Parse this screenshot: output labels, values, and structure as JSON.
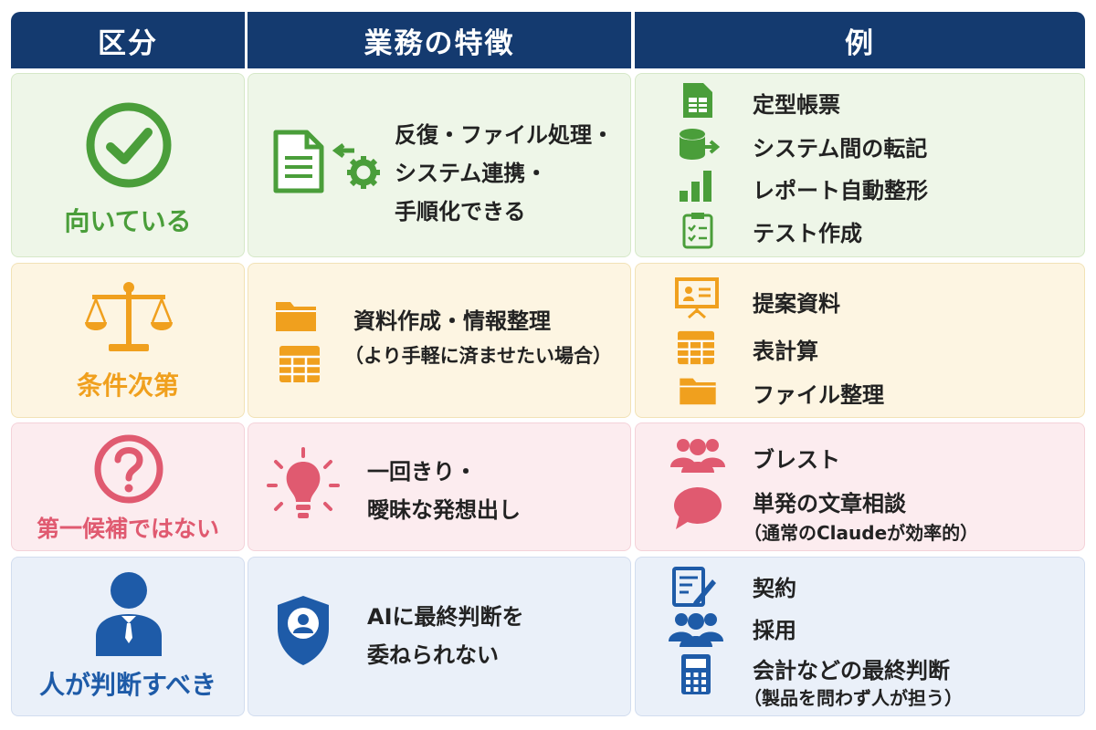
{
  "header": {
    "col1": "区分",
    "col2": "業務の特徴",
    "col3": "例"
  },
  "colors": {
    "header": "#143a6f",
    "green": "#4a9e3a",
    "orange": "#f0a01e",
    "pink": "#e05a70",
    "blue": "#1e5ba8"
  },
  "rows": [
    {
      "category": "向いている",
      "category_icon": "check-circle-icon",
      "feature_lines": [
        "反復・ファイル処理・",
        "システム連携・",
        "手順化できる"
      ],
      "examples": [
        "定型帳票",
        "システム間の転記",
        "レポート自動整形",
        "テスト作成"
      ]
    },
    {
      "category": "条件次第",
      "category_icon": "scales-icon",
      "feature_lines": [
        "資料作成・情報整理",
        "（より手軽に済ませたい場合）"
      ],
      "examples": [
        "提案資料",
        "表計算",
        "ファイル整理"
      ]
    },
    {
      "category": "第一候補ではない",
      "category_icon": "question-circle-icon",
      "feature_lines": [
        "一回きり・",
        "曖昧な発想出し"
      ],
      "examples": [
        "ブレスト",
        "単発の文章相談"
      ],
      "example_note": "（通常のClaudeが効率的）"
    },
    {
      "category": "人が判断すべき",
      "category_icon": "person-icon",
      "feature_lines": [
        "AIに最終判断を",
        "委ねられない"
      ],
      "examples": [
        "契約",
        "採用",
        "会計などの最終判断"
      ],
      "example_note": "（製品を問わず人が担う）"
    }
  ]
}
